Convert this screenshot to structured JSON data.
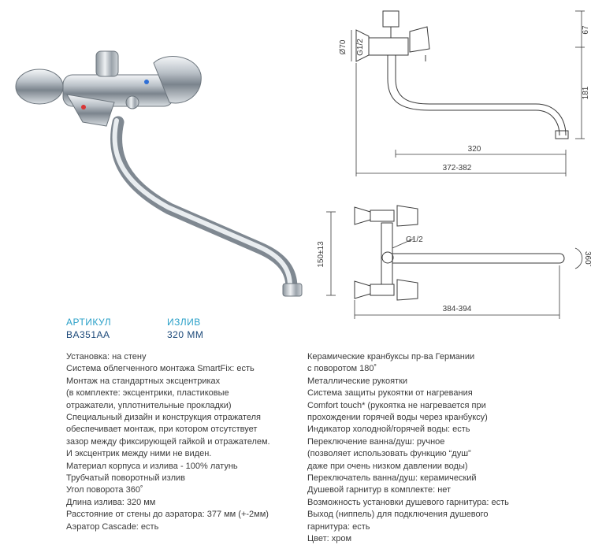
{
  "product": {
    "article_label": "АРТИКУЛ",
    "article_value": "BA351AA",
    "spout_label": "ИЗЛИВ",
    "spout_value": "320 ММ"
  },
  "drawing": {
    "dim_diam70": "Ø70",
    "dim_g12_top": "G1/2",
    "dim_67": "67",
    "dim_181": "181",
    "dim_320": "320",
    "dim_372_382": "372-382",
    "dim_g12_bottom": "G1/2",
    "dim_150": "150±13",
    "dim_360": "360˚",
    "dim_384_394": "384-394"
  },
  "specs_left": [
    "Установка: на стену",
    "Система облегченного монтажа SmartFix: есть",
    "Монтаж на стандартных эксцентриках",
    "(в комплекте: эксцентрики, пластиковые",
    "отражатели, уплотнительные прокладки)",
    "Специальный дизайн и конструкция отражателя",
    "обеспечивает монтаж, при котором отсутствует",
    "зазор между фиксирующей гайкой и отражателем.",
    "И эксцентрик между ними не виден.",
    "Материал корпуса и излива - 100% латунь",
    "Трубчатый поворотный излив",
    "Угол поворота 360˚",
    "Длина излива: 320 мм",
    "Расстояние от стены до аэратора: 377 мм (+-2мм)",
    "Аэратор Cascade: есть"
  ],
  "specs_right": [
    "Керамические кранбуксы пр-ва Германии",
    "с поворотом 180˚",
    "Металлические рукоятки",
    "Система защиты рукоятки от нагревания",
    "Comfort touch* (рукоятка не нагревается при",
    "прохождении горячей воды через кранбуксу)",
    "Индикатор холодной/горячей воды: есть",
    "Переключение ванна/душ: ручное",
    "(позволяет использовать функцию “душ”",
    "даже при очень низком давлении воды)",
    "Переключатель ванна/душ: керамический",
    "Душевой гарнитур в комплекте: нет",
    "Возможность установки душевого гарнитура: есть",
    "Выход (ниппель) для подключения душевого",
    "гарнитура: есть",
    "Цвет: хром"
  ]
}
